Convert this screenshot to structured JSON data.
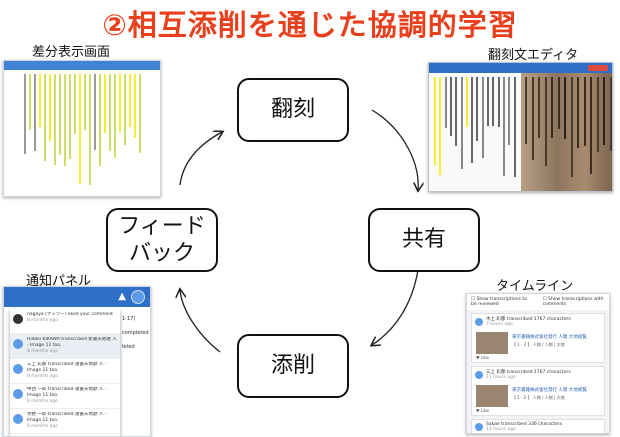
{
  "title": "②相互添削を通じた協調的学習",
  "captions": {
    "diff": "差分表示画面",
    "editor": "翻刻文エディタ",
    "notifications": "通知パネル",
    "timeline": "タイムライン"
  },
  "cycle": {
    "top": "翻刻",
    "right": "共有",
    "bottom": "添削",
    "left_line1": "フィード",
    "left_line2": "バック"
  },
  "notification_panel": {
    "items": [
      {
        "text": "nagaya (ナッツー) liked your comment",
        "time": "8 months ago"
      },
      {
        "text": "Hideki KIKAWA transcribed 新書天地歌 人 - Image 11 too.",
        "time": "8 months ago"
      },
      {
        "text": "三上 彩都 transcribed 諸書天地歌 人 - Image 11 too.",
        "time": "8 months ago"
      },
      {
        "text": "中西 一郎 transcribed 諸書天地歌 人 - Image 11 too.",
        "time": "8 months ago"
      },
      {
        "text": "水野 一郎 transcribed 諸書天地歌 人 - Image 11 too.",
        "time": "8 months ago"
      }
    ],
    "side_text": [
      "1-17)",
      "completed",
      "leted"
    ]
  },
  "timeline_panel": {
    "filter_a": "Show transcriptions to be reviewed",
    "filter_b": "Show transcriptions with comments",
    "cards": [
      {
        "user": "木上 彩都 transcribed 1767 characters",
        "time": "7 hours ago",
        "link": "東京書籍株式會社發行 人間 大地総覧",
        "meta": "【 1 - 2 】 人物 / 人物 | 大地"
      },
      {
        "user": "三上 彩都 transcribed 1767 characters",
        "time": "11 hours ago",
        "link": "東京書籍株式會社發行 人間 大地総覧",
        "meta": "【 1 - 2 】 人物 / 人物 | 大地"
      },
      {
        "user": "Sakae transcribed 336 characters",
        "time": "12 hours ago"
      }
    ],
    "like": "Like"
  },
  "colors": {
    "title": "#e8401c",
    "ui_blue": "#2f6fc7",
    "highlight_green": "#c9e06a",
    "highlight_yellow": "#f3ec3a"
  }
}
